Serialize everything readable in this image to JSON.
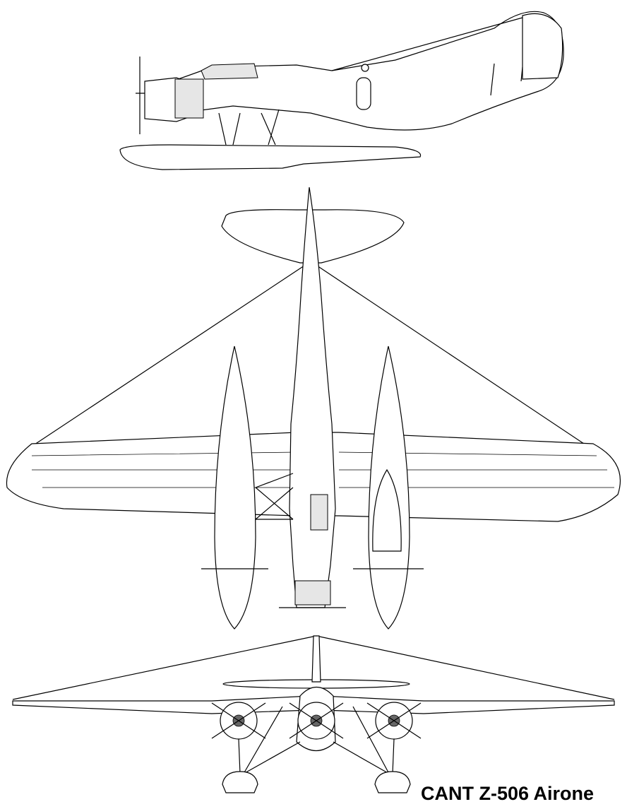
{
  "drawing": {
    "title": "CANT Z-506 Airone",
    "views": [
      "side-view",
      "top-view",
      "front-view"
    ],
    "line_color": "#000000",
    "background": "#ffffff"
  }
}
